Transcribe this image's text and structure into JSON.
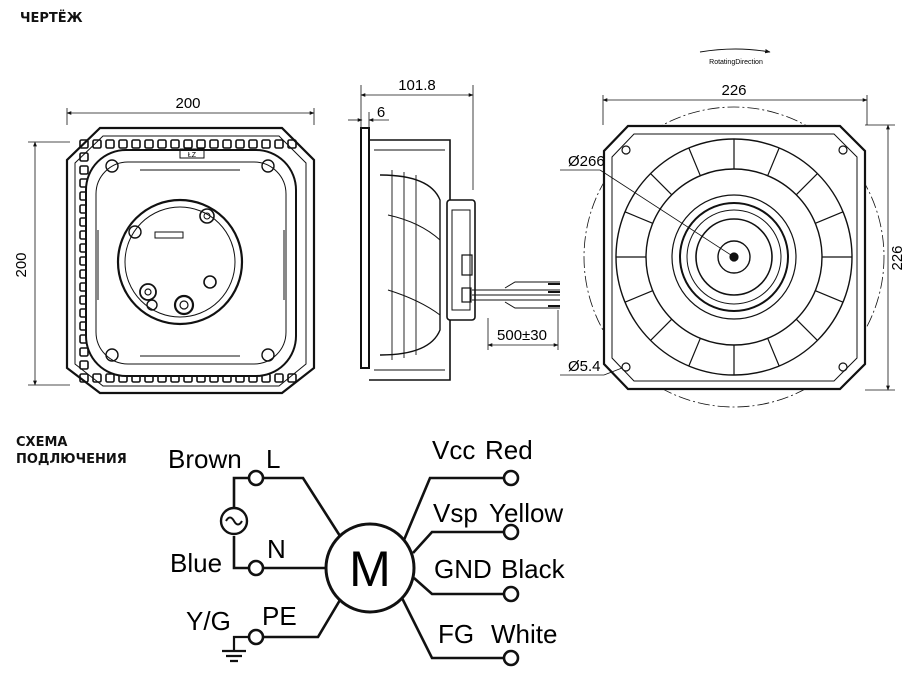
{
  "headings": {
    "drawing": "ЧЕРТЁЖ",
    "wiring_line1": "СХЕМА",
    "wiring_line2": "ПОДЛЮЧЕНИЯ"
  },
  "front_view": {
    "width_dim": "200",
    "height_dim": "200",
    "label_mark": "ŁZ"
  },
  "side_view": {
    "depth_dim": "101.8",
    "flange_dim": "6",
    "cable_dim": "500±30"
  },
  "rear_view": {
    "width_dim": "226",
    "height_dim": "226",
    "circle_dim": "Ø266",
    "hole_dim": "Ø5.4",
    "rotation": "RotatingDirection"
  },
  "wiring": {
    "motor": "M",
    "left": [
      {
        "color": "Brown",
        "terminal": "L"
      },
      {
        "color": "Blue",
        "terminal": "N"
      },
      {
        "color": "Y/G",
        "terminal": "PE"
      }
    ],
    "right": [
      {
        "signal": "Vcc",
        "color": "Red"
      },
      {
        "signal": "Vsp",
        "color": "Yellow"
      },
      {
        "signal": "GND",
        "color": "Black"
      },
      {
        "signal": "FG",
        "color": "White"
      }
    ]
  }
}
